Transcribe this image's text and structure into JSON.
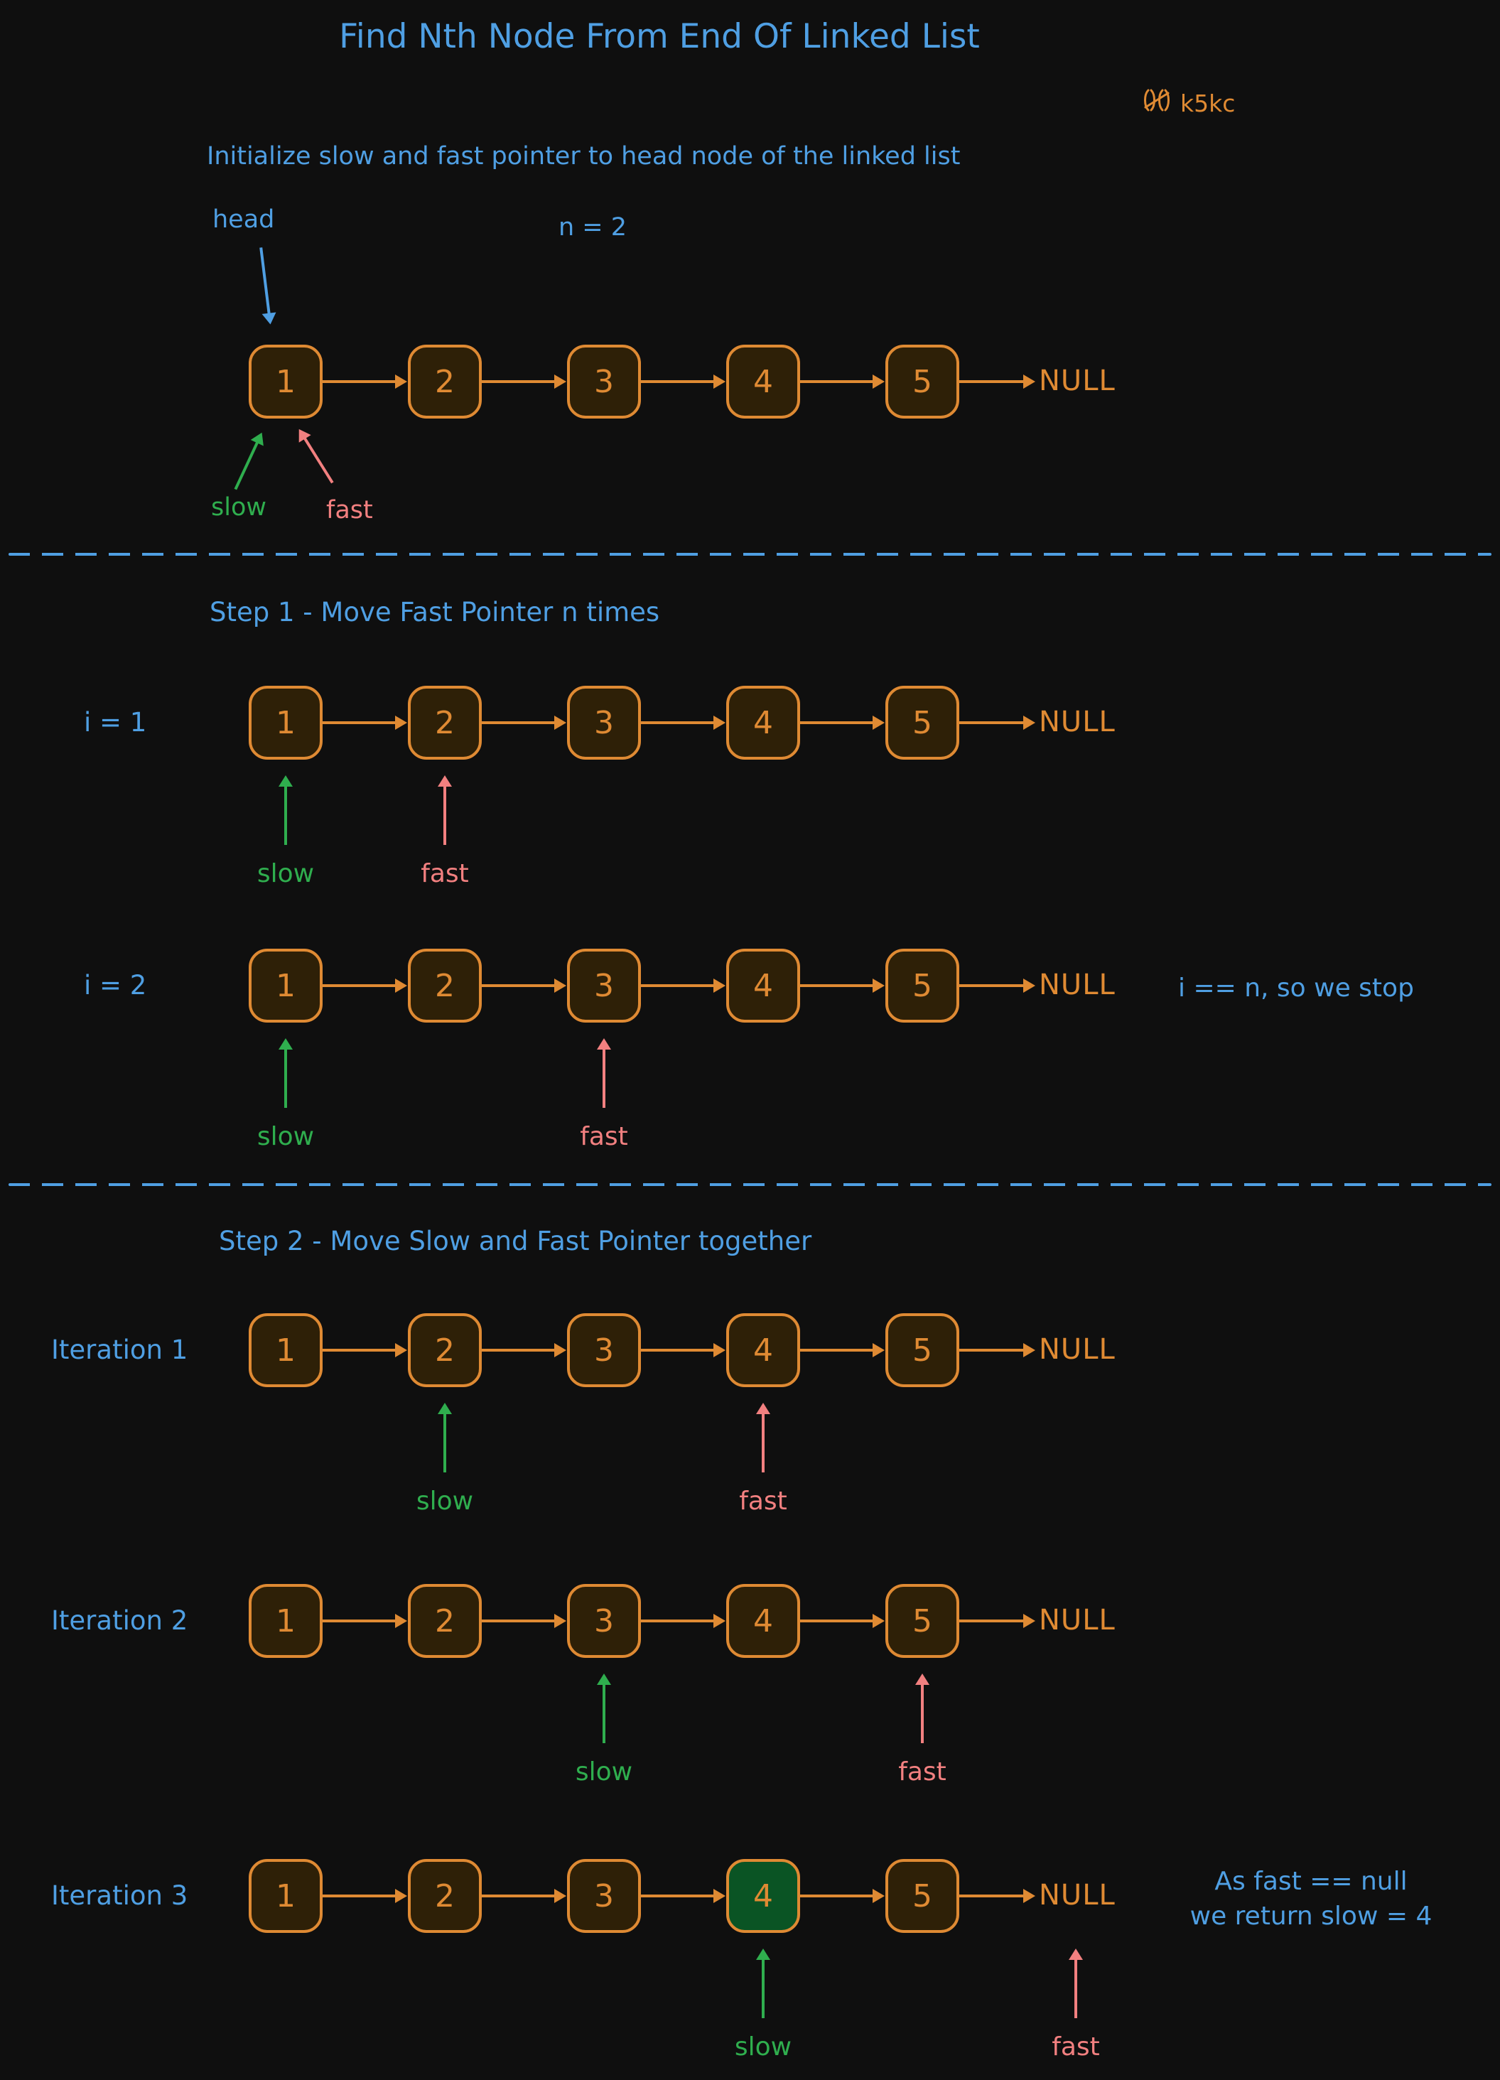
{
  "title": "Find Nth Node From End Of Linked List",
  "logo": {
    "text": "k5kc"
  },
  "colors": {
    "background": "#0f0f0f",
    "blue": "#4f9fe3",
    "orange": "#df8a33",
    "green": "#2fae4e",
    "pink": "#f28080",
    "node_fill": "#2e2007",
    "node_fill_highlight": "#0a5424"
  },
  "intro": {
    "caption": "Initialize slow and fast pointer to head node of the linked list",
    "head_label": "head",
    "n_label": "n = 2",
    "nodes": [
      "1",
      "2",
      "3",
      "4",
      "5"
    ],
    "null_label": "NULL",
    "slow_label": "slow",
    "fast_label": "fast"
  },
  "step1": {
    "heading": "Step 1 - Move Fast Pointer n times",
    "rows": [
      {
        "label": "i = 1",
        "nodes": [
          "1",
          "2",
          "3",
          "4",
          "5"
        ],
        "null_label": "NULL",
        "slow_index": 0,
        "fast_index": 1,
        "slow_label": "slow",
        "fast_label": "fast"
      },
      {
        "label": "i = 2",
        "nodes": [
          "1",
          "2",
          "3",
          "4",
          "5"
        ],
        "null_label": "NULL",
        "slow_index": 0,
        "fast_index": 2,
        "slow_label": "slow",
        "fast_label": "fast",
        "note": "i == n, so we stop"
      }
    ]
  },
  "step2": {
    "heading": "Step 2 - Move Slow and Fast Pointer together",
    "rows": [
      {
        "label": "Iteration 1",
        "nodes": [
          "1",
          "2",
          "3",
          "4",
          "5"
        ],
        "null_label": "NULL",
        "slow_index": 1,
        "fast_index": 3,
        "slow_label": "slow",
        "fast_label": "fast"
      },
      {
        "label": "Iteration 2",
        "nodes": [
          "1",
          "2",
          "3",
          "4",
          "5"
        ],
        "null_label": "NULL",
        "slow_index": 2,
        "fast_index": 4,
        "slow_label": "slow",
        "fast_label": "fast"
      },
      {
        "label": "Iteration 3",
        "nodes": [
          "1",
          "2",
          "3",
          "4",
          "5"
        ],
        "null_label": "NULL",
        "slow_index": 3,
        "fast_index": 5,
        "highlight_index": 3,
        "slow_label": "slow",
        "fast_label": "fast",
        "note": "As fast == null\nwe return slow = 4"
      }
    ]
  }
}
